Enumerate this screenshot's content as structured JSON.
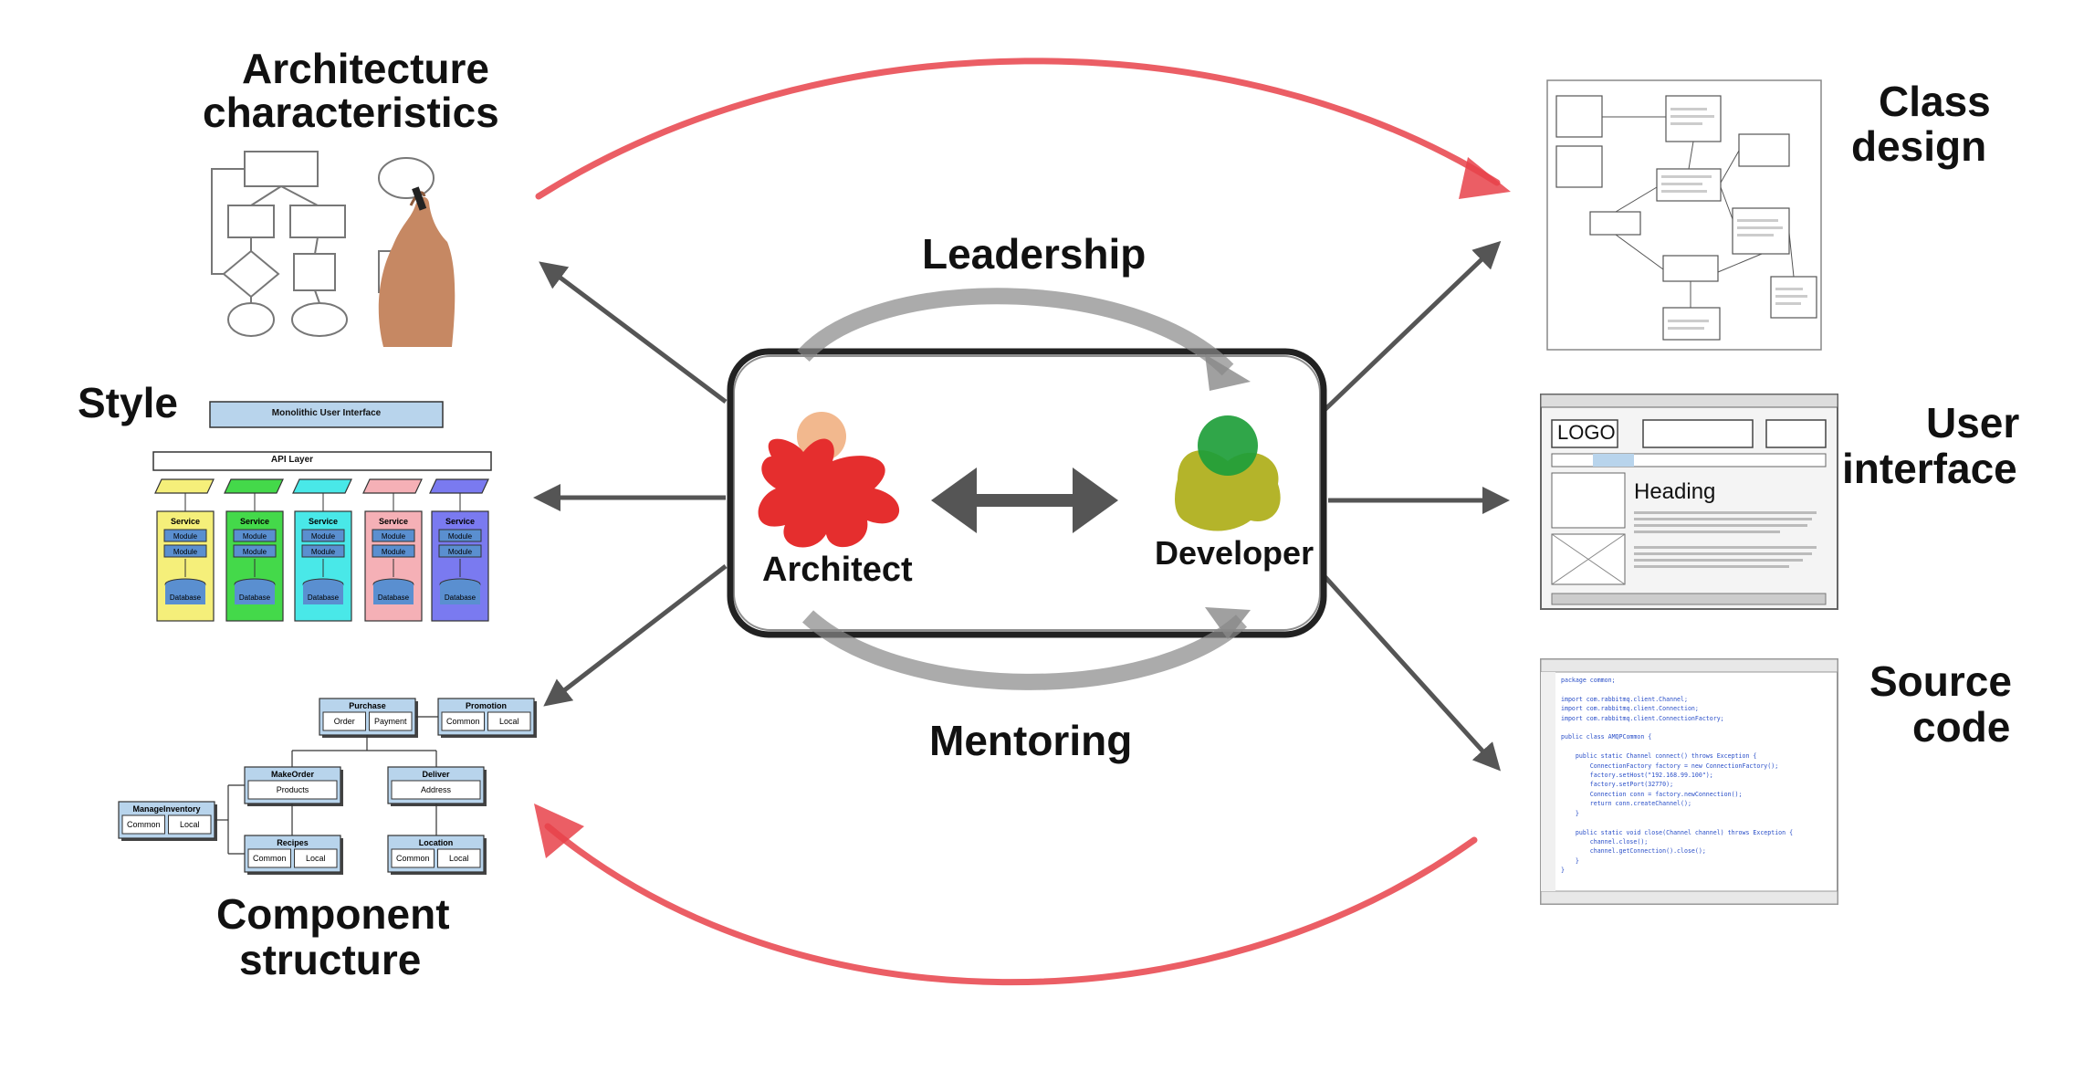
{
  "left": {
    "arch_char_line1": "Architecture",
    "arch_char_line2": "characteristics",
    "style": "Style",
    "comp_line1": "Component",
    "comp_line2": "structure"
  },
  "right": {
    "class_line1": "Class",
    "class_line2": "design",
    "ui_line1": "User",
    "ui_line2": "interface",
    "src_line1": "Source",
    "src_line2": "code"
  },
  "center": {
    "leadership": "Leadership",
    "mentoring": "Mentoring",
    "architect": "Architect",
    "developer": "Developer"
  },
  "style_diagram": {
    "title": "Monolithic User Interface",
    "api": "API Layer",
    "service": "Service",
    "module": "Module",
    "database": "Database",
    "colors": [
      "#f5ef7a",
      "#44d94a",
      "#49e8e8",
      "#f5b0b6",
      "#7a7af0"
    ]
  },
  "component_diagram": {
    "purchase": "Purchase",
    "order": "Order",
    "payment": "Payment",
    "promotion": "Promotion",
    "common": "Common",
    "local": "Local",
    "makeorder": "MakeOrder",
    "products": "Products",
    "deliver": "Deliver",
    "address": "Address",
    "manageinventory": "ManageInventory",
    "recipes": "Recipes",
    "location": "Location"
  },
  "ui_wireframe": {
    "logo": "LOGO",
    "heading": "Heading"
  },
  "source_code": {
    "lines": [
      "package common;",
      "",
      "import com.rabbitmq.client.Channel;",
      "import com.rabbitmq.client.Connection;",
      "import com.rabbitmq.client.ConnectionFactory;",
      "",
      "public class AMQPCommon {",
      "",
      "    public static Channel connect() throws Exception {",
      "        ConnectionFactory factory = new ConnectionFactory();",
      "        factory.setHost(\"192.168.99.100\");",
      "        factory.setPort(32770);",
      "        Connection conn = factory.newConnection();",
      "        return conn.createChannel();",
      "    }",
      "",
      "    public static void close(Channel channel) throws Exception {",
      "        channel.close();",
      "        channel.getConnection().close();",
      "    }",
      "}"
    ]
  },
  "colors": {
    "arrow_gray": "#555555",
    "loop_red": "#e8424a",
    "architect_red": "#e52e2e",
    "architect_head": "#f2b88e",
    "developer_green": "#1e9e3a",
    "developer_body": "#b4b42a"
  }
}
